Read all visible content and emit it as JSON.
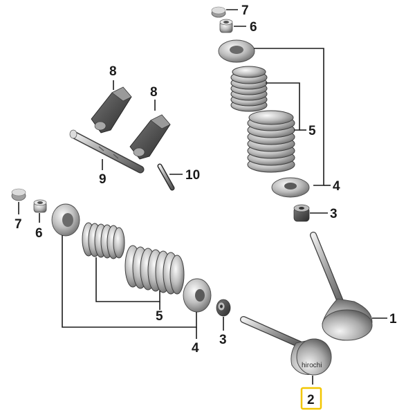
{
  "callouts": {
    "p1": "1",
    "p2": "2",
    "p3_upper": "3",
    "p3_lower": "3",
    "p4_upper": "4",
    "p4_lower": "4",
    "p5_upper": "5",
    "p5_lower": "5",
    "p6_upper": "6",
    "p6_lower": "6",
    "p7_upper": "7",
    "p7_lower": "7",
    "p8_left": "8",
    "p8_right": "8",
    "p9": "9",
    "p10": "10"
  },
  "highlighted_callout": "2",
  "highlight_color": "#f2c600",
  "watermark": "hirochi"
}
